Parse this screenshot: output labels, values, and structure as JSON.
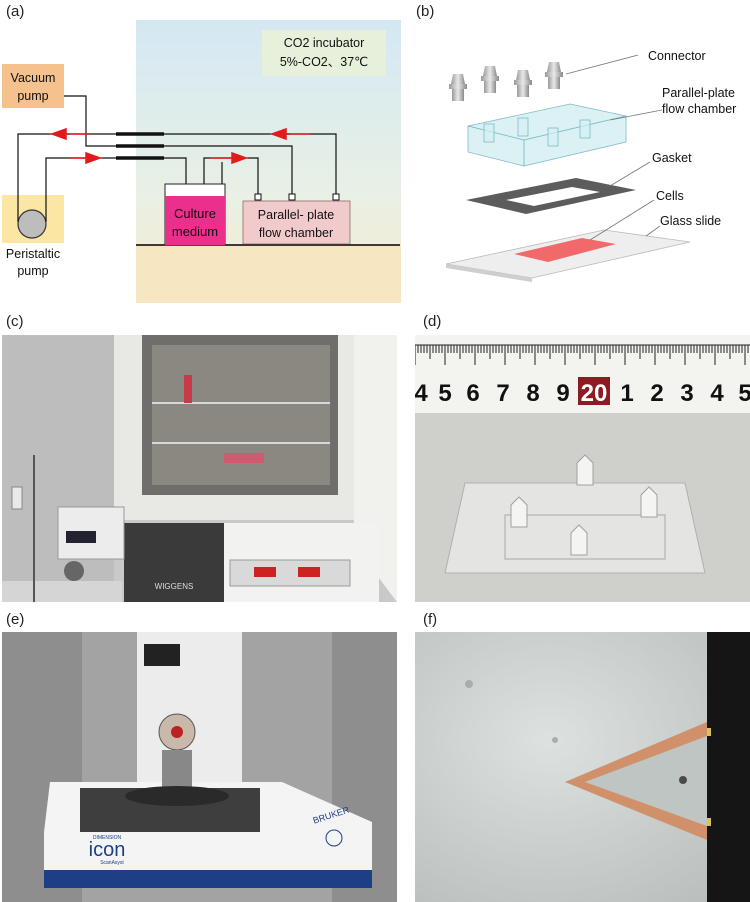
{
  "panels": {
    "a": {
      "label": "(a)",
      "incubator_line1": "CO2 incubator",
      "incubator_line2": "5%-CO2、37℃",
      "vacuum_line1": "Vacuum",
      "vacuum_line2": "pump",
      "peristaltic_line1": "Peristaltic",
      "peristaltic_line2": "pump",
      "culture_line1": "Culture",
      "culture_line2": "medium",
      "chamber_line1": "Parallel- plate",
      "chamber_line2": "flow chamber"
    },
    "b": {
      "label": "(b)",
      "connector": "Connector",
      "chamber_line1": "Parallel-plate",
      "chamber_line2": "flow chamber",
      "gasket": "Gasket",
      "cells": "Cells",
      "glass_slide": "Glass slide"
    },
    "c": {
      "label": "(c)",
      "brand": "WIGGENS"
    },
    "d": {
      "label": "(d)",
      "ruler_digits": [
        "4",
        "5",
        "6",
        "7",
        "8",
        "9",
        "20",
        "1",
        "2",
        "3",
        "4",
        "5"
      ]
    },
    "e": {
      "label": "(e)",
      "brand_line1": "DIMENSION",
      "brand_line2": "icon",
      "brand_line3": "ScanAsyst",
      "maker": "BRUKER"
    },
    "f": {
      "label": "(f)"
    }
  },
  "colors": {
    "incubator_bg": "#dcebf4",
    "floor_bg": "#f8e9c6",
    "vacuum_box": "#f5c38a",
    "culture_medium": "#ea2f8c",
    "chamber_box": "#f1cbcb",
    "arrow_red": "#e31a1c",
    "peristaltic_bg": "#fbe8a6"
  }
}
